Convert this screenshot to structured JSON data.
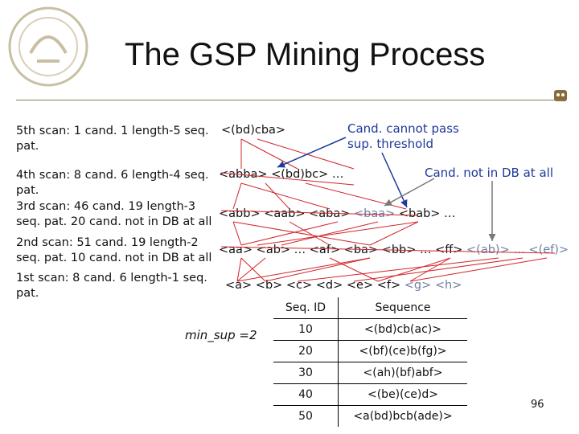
{
  "title": "The GSP Mining Process",
  "scans": [
    {
      "label": "5th scan: 1 cand. 1 length-5 seq. pat."
    },
    {
      "label": "4th scan: 8 cand. 6 length-4 seq. pat."
    },
    {
      "label": "3rd scan: 46 cand. 19 length-3 seq. pat. 20 cand. not in DB at all"
    },
    {
      "label": "2nd scan: 51 cand. 19 length-2 seq. pat. 10 cand. not in DB at all"
    },
    {
      "label": "1st scan: 8 cand. 6 length-1 seq. pat."
    }
  ],
  "candidates": {
    "c5": "<(bd)cba>",
    "c4a": "<abba> <(bd)bc> …",
    "c3a": "<abb> <aab> <aba>",
    "c3b": "<baa>",
    "c3c": "<bab> …",
    "c2a": "<aa> <ab> … <af> <ba> <bb> … <ff>",
    "c2b": "<(ab)> … <(ef)>",
    "c1a": "<a> <b> <c> <d> <e> <f>",
    "c1b": "<g> <h>"
  },
  "notes": {
    "cannot_pass": "Cand. cannot pass sup. threshold",
    "cannot_pass_l1": "Cand. cannot pass",
    "cannot_pass_l2": "sup. threshold",
    "not_in_db": "Cand. not in DB at all"
  },
  "min_sup": "min_sup =2",
  "table": {
    "headers": [
      "Seq. ID",
      "Sequence"
    ],
    "rows": [
      [
        "10",
        "<(bd)cb(ac)>"
      ],
      [
        "20",
        "<(bf)(ce)b(fg)>"
      ],
      [
        "30",
        "<(ah)(bf)abf>"
      ],
      [
        "40",
        "<(be)(ce)d>"
      ],
      [
        "50",
        "<a(bd)bcb(ade)>"
      ]
    ]
  },
  "page_number": "96"
}
